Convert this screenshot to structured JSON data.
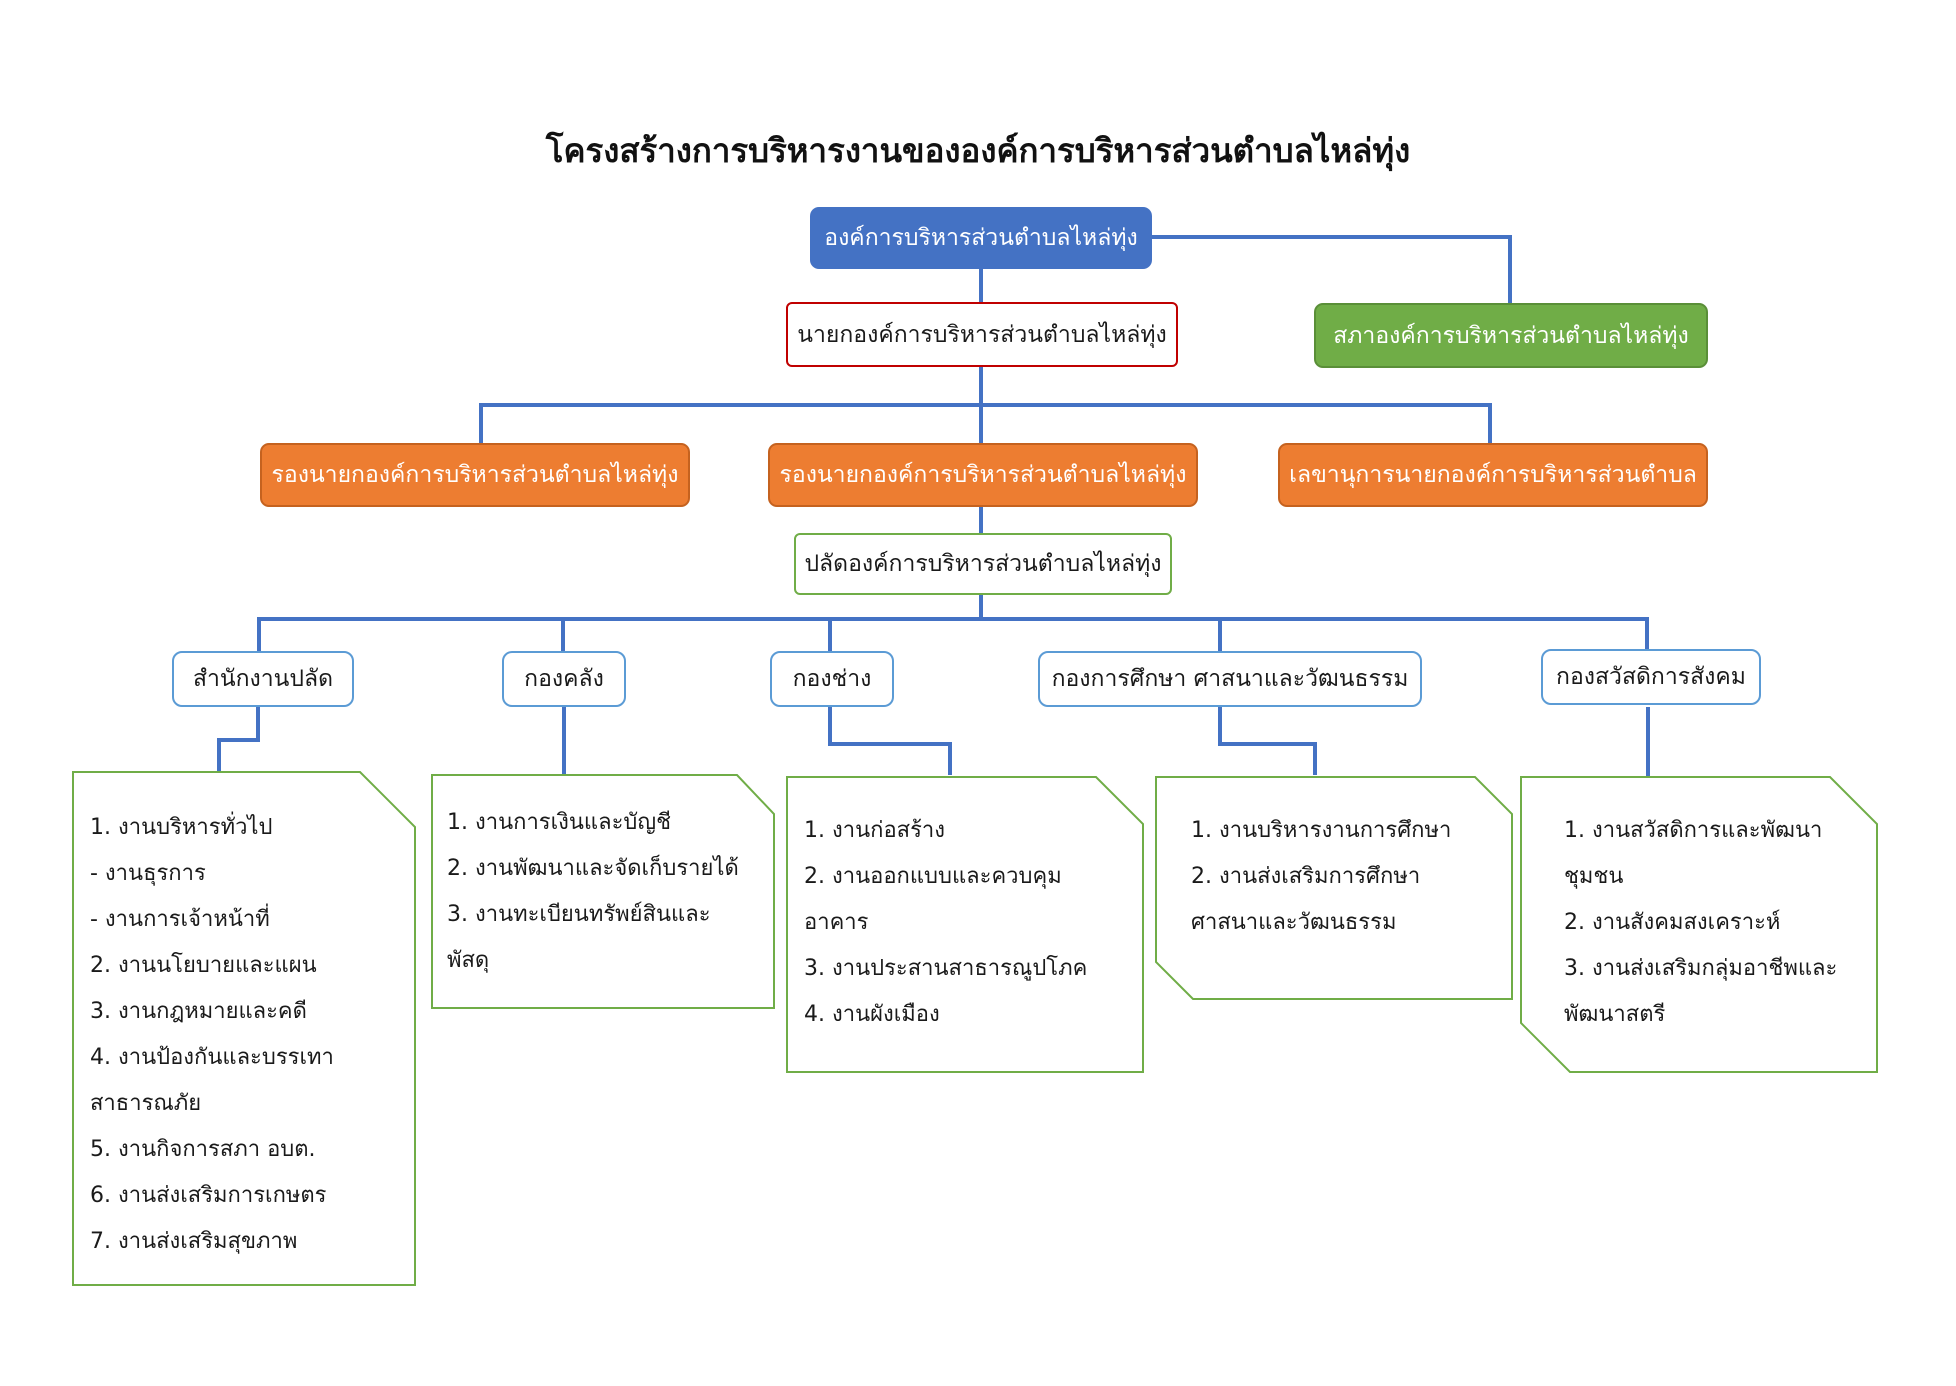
{
  "title": "โครงสร้างการบริหารงานขององค์การบริหารส่วนตำบลไหล่ทุ่ง",
  "nodes": {
    "root": "องค์การบริหารส่วนตำบลไหล่ทุ่ง",
    "mayor": "นายกองค์การบริหารส่วนตำบลไหล่ทุ่ง",
    "council": "สภาองค์การบริหารส่วนตำบลไหล่ทุ่ง",
    "deputy_1": "รองนายกองค์การบริหารส่วนตำบลไหล่ทุ่ง",
    "deputy_2": "รองนายกองค์การบริหารส่วนตำบลไหล่ทุ่ง",
    "secretary": "เลขานุการนายกองค์การบริหารส่วนตำบล",
    "chief_admin": "ปลัดองค์การบริหารส่วนตำบลไหล่ทุ่ง"
  },
  "divisions": [
    {
      "name": "สำนักงานปลัด",
      "tasks": [
        "1. งานบริหารทั่วไป",
        "- งานธุรการ",
        "- งานการเจ้าหน้าที่",
        "2. งานนโยบายและแผน",
        "3. งานกฎหมายและคดี",
        "4. งานป้องกันและบรรเทา",
        "สาธารณภัย",
        "5. งานกิจการสภา อบต.",
        "6. งานส่งเสริมการเกษตร",
        "7. งานส่งเสริมสุขภาพ"
      ]
    },
    {
      "name": "กองคลัง",
      "tasks": [
        "1. งานการเงินและบัญชี",
        "2. งานพัฒนาและจัดเก็บรายได้",
        "3. งานทะเบียนทรัพย์สินและ",
        "พัสดุ"
      ]
    },
    {
      "name": "กองช่าง",
      "tasks": [
        "1. งานก่อสร้าง",
        "2. งานออกแบบและควบคุม",
        "อาคาร",
        "3. งานประสานสาธารณูปโภค",
        "4. งานผังเมือง"
      ]
    },
    {
      "name": "กองการศึกษา ศาสนาและวัฒนธรรม",
      "tasks": [
        "1. งานบริหารงานการศึกษา",
        "2. งานส่งเสริมการศึกษา",
        "ศาสนาและวัฒนธรรม"
      ]
    },
    {
      "name": "กองสวัสดิการสังคม",
      "tasks": [
        "1. งานสวัสดิการและพัฒนา",
        "ชุมชน",
        "2. งานสังคมสงเคราะห์",
        "3. งานส่งเสริมกลุ่มอาชีพและ",
        "พัฒนาสตรี"
      ]
    }
  ],
  "colors": {
    "connector": "#4472c4",
    "root_fill": "#4472c4",
    "council_fill": "#70ad47",
    "deputy_fill": "#ed7d31",
    "mayor_border": "#c00000",
    "chief_border": "#70ad47",
    "division_border": "#5b9bd5",
    "note_border": "#70ad47"
  }
}
